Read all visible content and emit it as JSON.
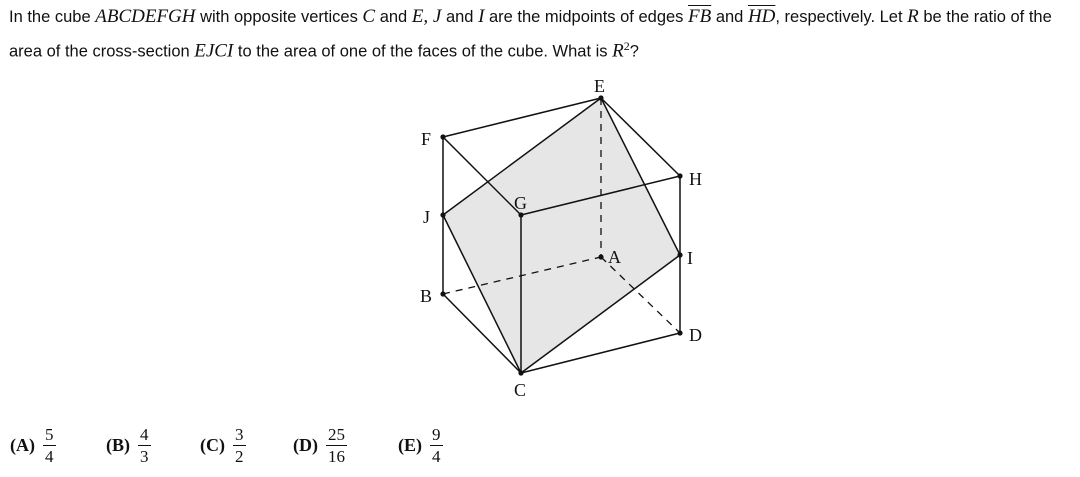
{
  "question": {
    "p1": "In the cube ",
    "cube_name": "ABCDEFGH",
    "p2": " with opposite vertices ",
    "v1": "C",
    "p3": " and ",
    "v2": "E, J",
    "p4": " and ",
    "v3": "I",
    "p5": " are the midpoints of edges ",
    "edge1": "FB",
    "p6": " and ",
    "edge2": "HD",
    "p7": ", respectively. Let ",
    "r": "R",
    "p8": " be the ratio of the area of the cross-section ",
    "section": "EJCI",
    "p9": " to the area of one of the faces of the cube. What is ",
    "r2_base": "R",
    "r2_exp": "2",
    "p10": "?"
  },
  "figure": {
    "labels": {
      "E": "E",
      "F": "F",
      "H": "H",
      "G": "G",
      "J": "J",
      "A": "A",
      "I": "I",
      "B": "B",
      "D": "D",
      "C": "C"
    },
    "colors": {
      "section_fill": "#e6e6e6",
      "edge": "#111111"
    }
  },
  "choices": [
    {
      "letter": "(A)",
      "num": "5",
      "den": "4"
    },
    {
      "letter": "(B)",
      "num": "4",
      "den": "3"
    },
    {
      "letter": "(C)",
      "num": "3",
      "den": "2"
    },
    {
      "letter": "(D)",
      "num": "25",
      "den": "16"
    },
    {
      "letter": "(E)",
      "num": "9",
      "den": "4"
    }
  ]
}
